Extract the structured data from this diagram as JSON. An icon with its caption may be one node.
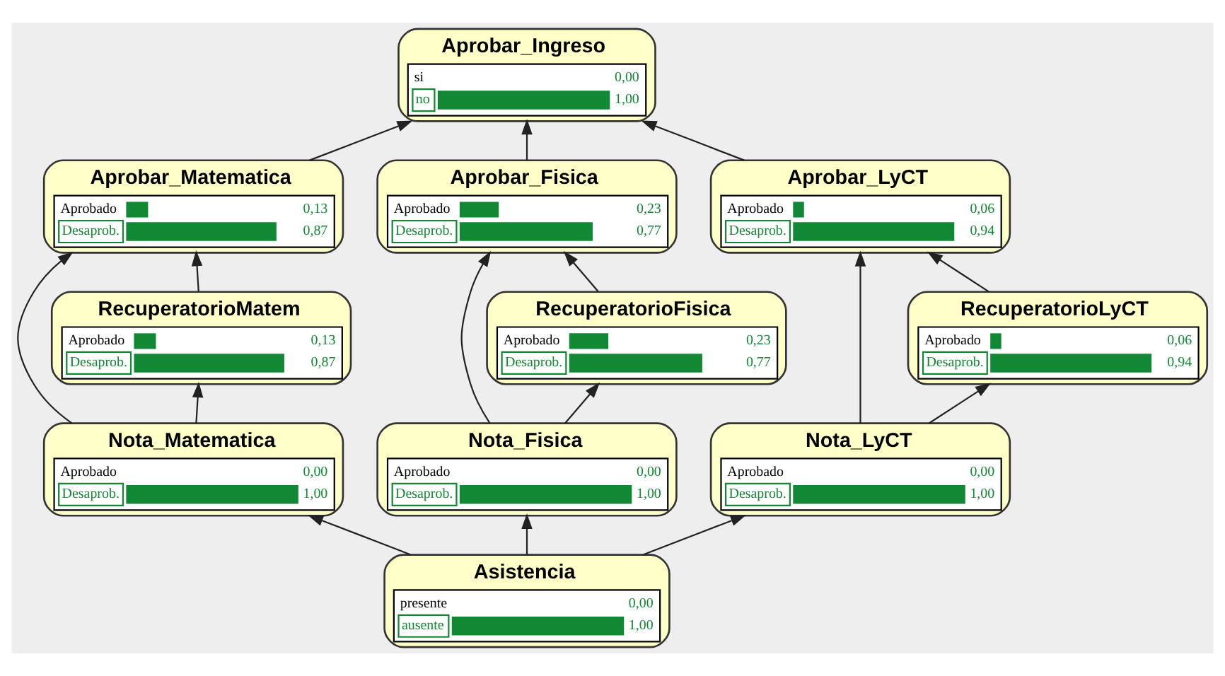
{
  "diagram": {
    "nodes": [
      {
        "text": [
          "Aprobar_Ingreso",
          "si",
          "0,00",
          "no",
          "1,00"
        ]
      },
      {
        "text": [
          "Aprobar_Matematica",
          "Aprobado",
          "0,13",
          "Desaprob.",
          "0,87"
        ]
      },
      {
        "text": [
          "Aprobar_Fisica",
          "Aprobado",
          "0,23",
          "Desaprob.",
          "0,77"
        ]
      },
      {
        "text": [
          "Aprobar_LyCT",
          "Aprobado",
          "0,06",
          "Desaprob.",
          "0,94"
        ]
      },
      {
        "text": [
          "RecuperatorioMatem",
          "Aprobado",
          "0,13",
          "Desaprob.",
          "0,87"
        ]
      },
      {
        "text": [
          "RecuperatorioFisica",
          "Aprobado",
          "0,23",
          "Desaprob.",
          "0,77"
        ]
      },
      {
        "text": [
          "RecuperatorioLyCT",
          "Aprobado",
          "0,06",
          "Desaprob.",
          "0,94"
        ]
      },
      {
        "text": [
          "Nota_Matematica",
          "Aprobado",
          "0,00",
          "Desaprob.",
          "1,00"
        ]
      },
      {
        "text": [
          "Nota_Fisica",
          "Aprobado",
          "0,00",
          "Desaprob.",
          "1,00"
        ]
      },
      {
        "text": [
          "Nota_LyCT",
          "Aprobado",
          "0,00",
          "Desaprob.",
          "1,00"
        ]
      },
      {
        "text": [
          "Asistencia",
          "presente",
          "0,00",
          "ausente",
          "1,00"
        ]
      }
    ],
    "edges": [
      {
        "from": 1,
        "to": 0,
        "arrow": "to"
      },
      {
        "from": 2,
        "to": 0,
        "arrow": "to"
      },
      {
        "from": 3,
        "to": 0,
        "arrow": "to"
      },
      {
        "from": 7,
        "to": 1,
        "arrow": "to"
      },
      {
        "from": 4,
        "to": 1,
        "arrow": "to"
      },
      {
        "from": 7,
        "to": 4,
        "arrow": "to"
      },
      {
        "from": 8,
        "to": 2,
        "arrow": "to"
      },
      {
        "from": 5,
        "to": 2,
        "arrow": "to"
      },
      {
        "from": 8,
        "to": 5,
        "arrow": "to"
      },
      {
        "from": 9,
        "to": 3,
        "arrow": "to"
      },
      {
        "from": 6,
        "to": 3,
        "arrow": "to"
      },
      {
        "from": 9,
        "to": 6,
        "arrow": "to"
      },
      {
        "from": 10,
        "to": 7,
        "arrow": "to"
      },
      {
        "from": 10,
        "to": 8,
        "arrow": "to"
      },
      {
        "from": 10,
        "to": 9,
        "arrow": "to"
      }
    ]
  }
}
